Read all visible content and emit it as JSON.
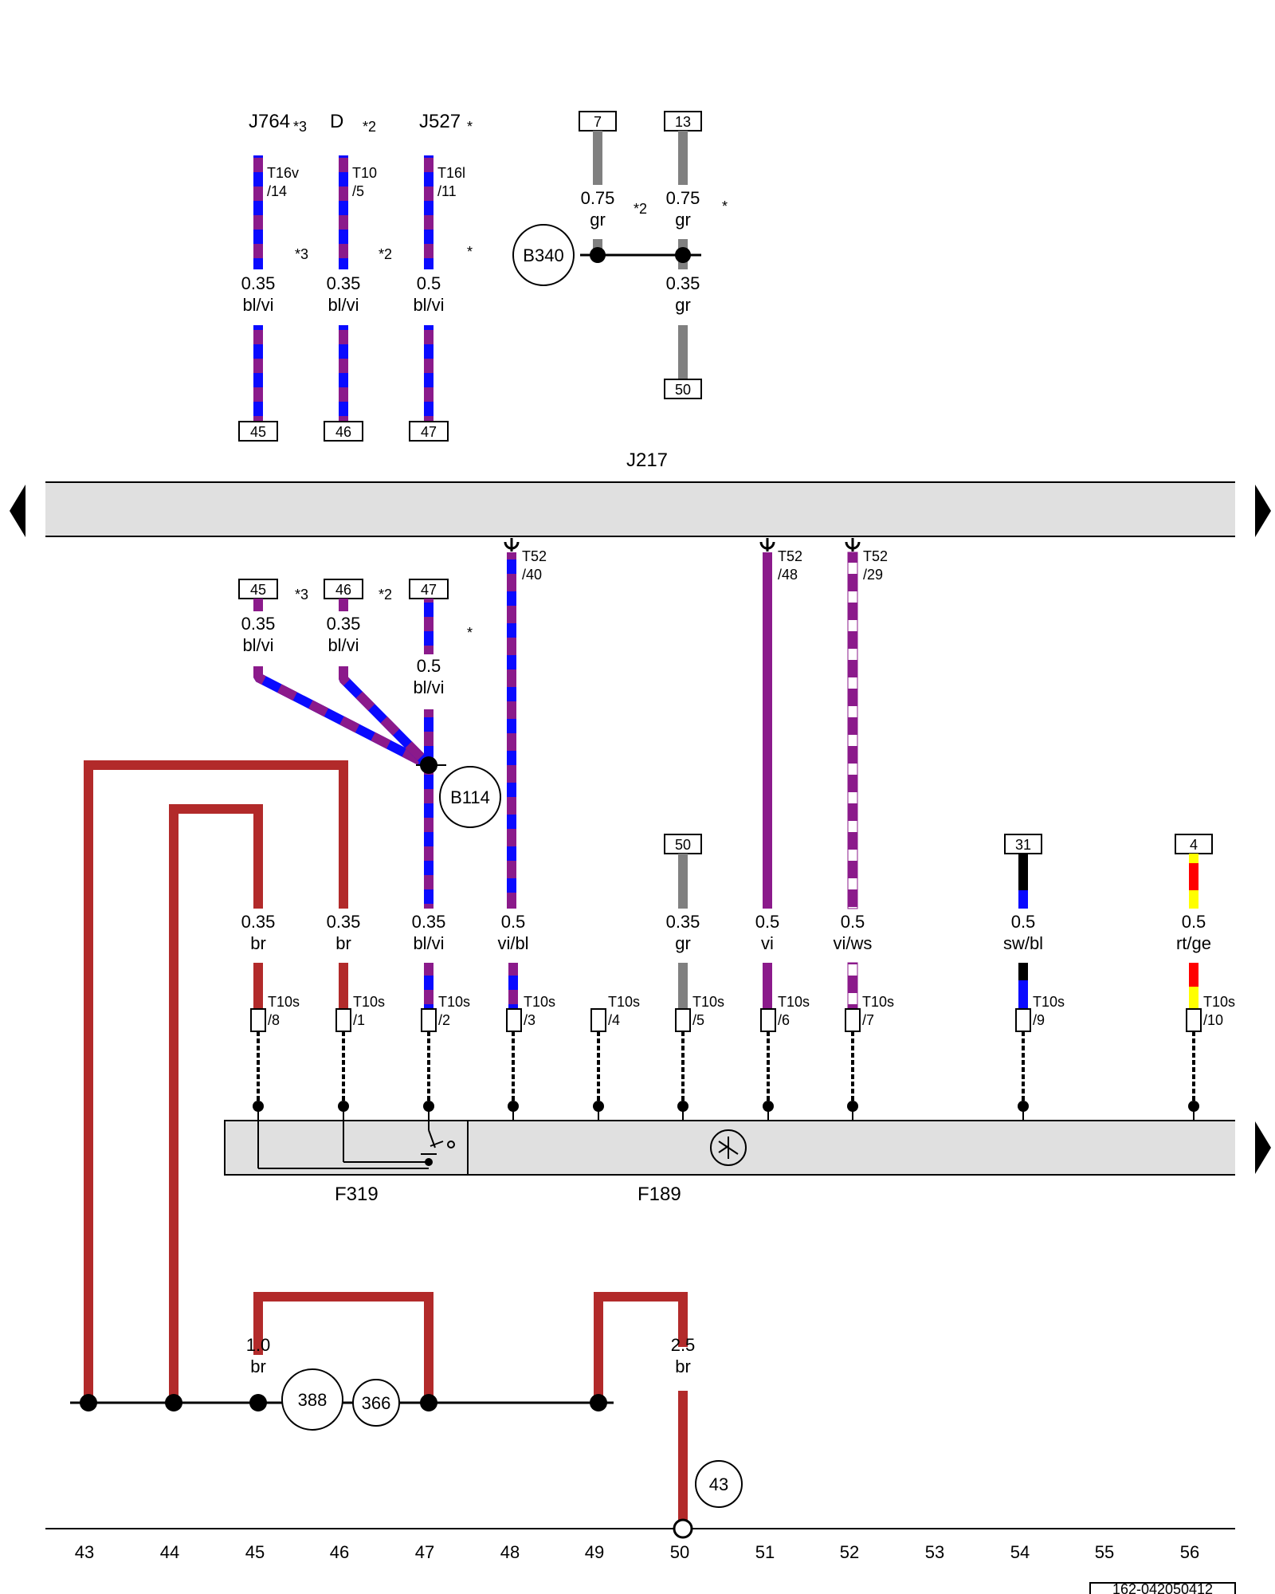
{
  "top_components": {
    "j764": "J764",
    "j764_note": "*3",
    "d": "D",
    "d_note": "*2",
    "j527": "J527",
    "j527_note": "*"
  },
  "top_connectors": {
    "j764": [
      "T16v",
      "/14"
    ],
    "d": [
      "T10",
      "/5"
    ],
    "j527": [
      "T16l",
      "/11"
    ]
  },
  "top_wires": {
    "w45": [
      "0.35",
      "bl/vi"
    ],
    "w46": [
      "0.35",
      "bl/vi"
    ],
    "w47": [
      "0.5",
      "bl/vi"
    ],
    "gr7": [
      "0.75",
      "gr"
    ],
    "gr13": [
      "0.75",
      "gr"
    ],
    "gr50": [
      "0.35",
      "gr"
    ]
  },
  "top_notes": {
    "n3": "*3",
    "n2": "*2",
    "n1": "*",
    "ng2": "*2",
    "ng1": "*"
  },
  "top_refs": {
    "r45": "45",
    "r46": "46",
    "r47": "47",
    "r7": "7",
    "r13": "13",
    "r50": "50"
  },
  "splices": {
    "b340": "B340",
    "b114": "B114",
    "s388": "388",
    "s366": "366",
    "s43": "43"
  },
  "module_j217": "J217",
  "j217_pins": {
    "p40": [
      "T52",
      "/40"
    ],
    "p48": [
      "T52",
      "/48"
    ],
    "p29": [
      "T52",
      "/29"
    ]
  },
  "mid_refs": {
    "r45": "45",
    "r46": "46",
    "r47": "47",
    "r50": "50",
    "r31": "31",
    "r4": "4"
  },
  "mid_notes": {
    "n3": "*3",
    "n2": "*2",
    "n1": "*"
  },
  "mid_wires": {
    "w45": [
      "0.35",
      "bl/vi"
    ],
    "w46": [
      "0.35",
      "bl/vi"
    ],
    "w47": [
      "0.5",
      "bl/vi"
    ]
  },
  "low_wires": {
    "c45": [
      "0.35",
      "br"
    ],
    "c46": [
      "0.35",
      "br"
    ],
    "c47": [
      "0.35",
      "bl/vi"
    ],
    "c48": [
      "0.5",
      "vi/bl"
    ],
    "c50": [
      "0.35",
      "gr"
    ],
    "c51": [
      "0.5",
      "vi"
    ],
    "c52": [
      "0.5",
      "vi/ws"
    ],
    "c54": [
      "0.5",
      "sw/bl"
    ],
    "c56": [
      "0.5",
      "rt/ge"
    ]
  },
  "t10s_pins": {
    "c45": [
      "T10s",
      "/8"
    ],
    "c46": [
      "T10s",
      "/1"
    ],
    "c47": [
      "T10s",
      "/2"
    ],
    "c48": [
      "T10s",
      "/3"
    ],
    "c49": [
      "T10s",
      "/4"
    ],
    "c50": [
      "T10s",
      "/5"
    ],
    "c51": [
      "T10s",
      "/6"
    ],
    "c52": [
      "T10s",
      "/7"
    ],
    "c54": [
      "T10s",
      "/9"
    ],
    "c56": [
      "T10s",
      "/10"
    ]
  },
  "components_bottom": {
    "f319": "F319",
    "f189": "F189"
  },
  "ground_wires": {
    "g1": [
      "1.0",
      "br"
    ],
    "g2": [
      "2.5",
      "br"
    ]
  },
  "columns": [
    "43",
    "44",
    "45",
    "46",
    "47",
    "48",
    "49",
    "50",
    "51",
    "52",
    "53",
    "54",
    "55",
    "56"
  ],
  "doc_id": "162-042050412",
  "wire_colors": {
    "bl": "#0a0aff",
    "vi": "#8b1a8b",
    "br": "#b22a2a",
    "gr": "#808080",
    "ws": "#ffffff",
    "sw": "#000000",
    "rt": "#ff0000",
    "ge": "#ffff00"
  }
}
